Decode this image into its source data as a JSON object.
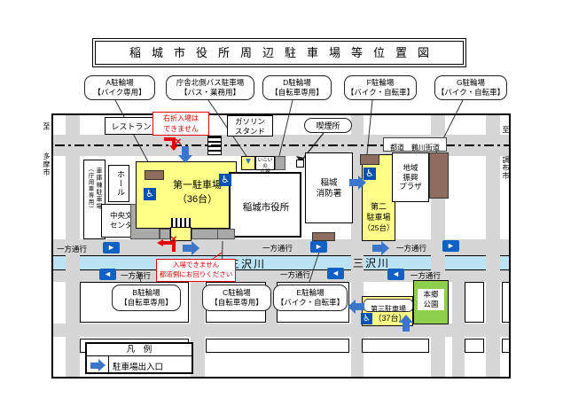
{
  "title": {
    "text": "稲城市役所周辺駐車場等位置図"
  },
  "callouts": {
    "a": {
      "l1": "A駐輪場",
      "l2": "【バイク専用】"
    },
    "bus": {
      "l1": "庁舎北側バス駐車場",
      "l2": "【バス・業務用】"
    },
    "d": {
      "l1": "D駐輪場",
      "l2": "【自転車専用】"
    },
    "f": {
      "l1": "F駐輪場",
      "l2": "【バイク・自転車】"
    },
    "g": {
      "l1": "G駐輪場",
      "l2": "【バイク・自転車】"
    },
    "b": {
      "l1": "B駐輪場",
      "l2": "【自転車専用】"
    },
    "c": {
      "l1": "C駐輪場",
      "l2": "【自転車専用】"
    },
    "e": {
      "l1": "E駐輪場",
      "l2": "【バイク・自転車】"
    },
    "smoking": {
      "l1": "喫煙所"
    }
  },
  "map": {
    "edge_left_to": "至",
    "edge_left_city": "多摩市",
    "edge_right_to": "至",
    "edge_right_city": "調布市",
    "road_label": "都道　鶴川街道",
    "river_label": "三沢川",
    "one_way": "一方通行"
  },
  "buildings": {
    "restaurant": "レストラン",
    "gas1": "ガソリン",
    "gas2": "スタンド",
    "garage1": "車庫棟駐車場",
    "garage2": "（庁用車専用）",
    "hall": "ホール",
    "culture1": "中央文化",
    "culture2": "センター",
    "cityhall": "稲城市役所",
    "fire1": "稲城",
    "fire2": "消防署",
    "ikoi1": "いこいの",
    "ikoi2": "広場",
    "plaza1": "地域",
    "plaza2": "振興",
    "plaza3": "プラザ",
    "park1": "本郷",
    "park2": "公園"
  },
  "parking": {
    "p1_1": "第一駐車場",
    "p1_2": "（36台）",
    "p2_1": "第二",
    "p2_2": "駐車場",
    "p2_3": "（25台）",
    "p3_1": "第三駐車場",
    "p3_2": "（37台）"
  },
  "warnings": {
    "w1_1": "右折入場は",
    "w1_2": "できません",
    "w2_1": "入場できません",
    "w2_2": "都道側にお回りください",
    "x_mark": "×"
  },
  "legend": {
    "title": "凡　例",
    "entry": "駐車場出入口"
  },
  "icons": {
    "wheelchair": "♿",
    "arrow_right_glyph": "►",
    "arrow_left_glyph": "◄"
  },
  "colors": {
    "road": "#d6d6d6",
    "river": "#bce3f3",
    "parking_yellow": "#ffff88",
    "park_green": "#8ed04e",
    "bicycle_brown": "#8d6e5e",
    "one_way_blue": "#1161c4",
    "entrance_blue": "#3a76c9",
    "warning_red": "#e60000"
  }
}
